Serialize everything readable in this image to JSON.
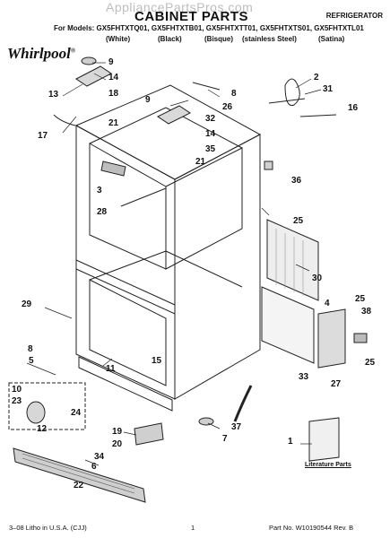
{
  "header": {
    "watermark": "AppliancePartsPros.com",
    "title": "CABINET PARTS",
    "category": "REFRIGERATOR",
    "models_line": "For Models: GX5FHTXTQ01, GX5FHTXTB01, GX5FHTXTT01, GX5FHTXTS01, GX5FHTXTL01",
    "colors": [
      "(White)",
      "(Black)",
      "(Bisque)",
      "(stainless Steel)",
      "(Satina)"
    ]
  },
  "brand": {
    "name": "Whirlpool",
    "mark": "®"
  },
  "callouts": [
    "9",
    "14",
    "13",
    "18",
    "17",
    "21",
    "9",
    "8",
    "26",
    "2",
    "31",
    "16",
    "32",
    "14",
    "35",
    "21",
    "3",
    "36",
    "28",
    "25",
    "30",
    "29",
    "4",
    "25",
    "38",
    "8",
    "5",
    "15",
    "11",
    "25",
    "10",
    "23",
    "24",
    "12",
    "33",
    "27",
    "37",
    "19",
    "20",
    "7",
    "1",
    "34",
    "6",
    "22"
  ],
  "literature_label": "Literature Parts",
  "footer": {
    "left": "3–08 Litho in U.S.A. (CJJ)",
    "center": "1",
    "right": "Part No. W10190544 Rev. B"
  }
}
